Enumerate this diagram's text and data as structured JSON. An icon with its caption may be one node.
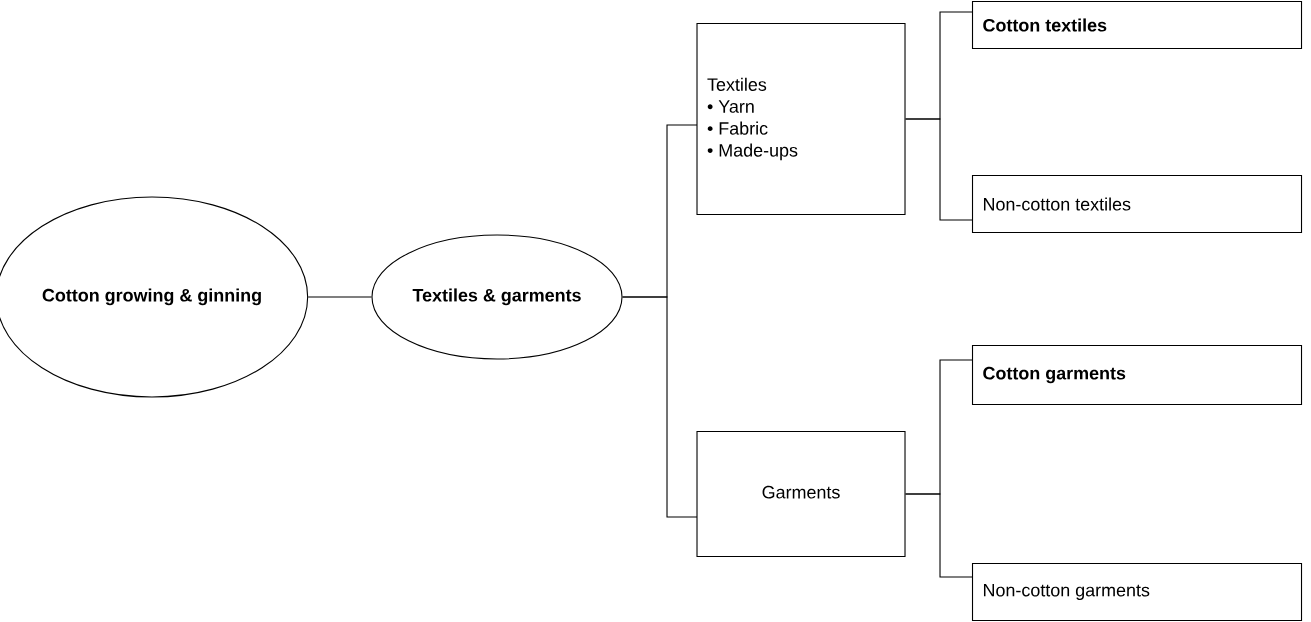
{
  "diagram": {
    "nodes": [
      {
        "text": [
          "Cotton growing & ginning"
        ]
      },
      {
        "text": [
          "Textiles & garments"
        ]
      },
      {
        "text": [
          "Textiles",
          "• Yarn",
          "• Fabric",
          "• Made-ups"
        ]
      },
      {
        "text": [
          "Garments"
        ]
      },
      {
        "text": [
          "Cotton textiles"
        ]
      },
      {
        "text": [
          "Non-cotton textiles"
        ]
      },
      {
        "text": [
          "Cotton garments"
        ]
      },
      {
        "text": [
          "Non-cotton garments"
        ]
      }
    ],
    "edges": [
      {
        "from": 0,
        "to": 1,
        "arrow": "none"
      },
      {
        "from": 1,
        "to": 2,
        "arrow": "none"
      },
      {
        "from": 1,
        "to": 3,
        "arrow": "none"
      },
      {
        "from": 2,
        "to": 4,
        "arrow": "none"
      },
      {
        "from": 2,
        "to": 5,
        "arrow": "none"
      },
      {
        "from": 3,
        "to": 6,
        "arrow": "none"
      },
      {
        "from": 3,
        "to": 7,
        "arrow": "none"
      }
    ]
  }
}
